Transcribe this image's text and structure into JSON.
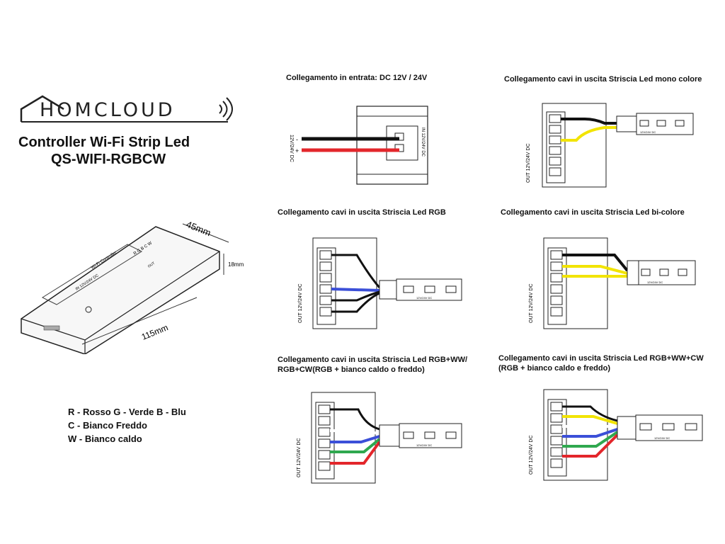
{
  "brand": {
    "name": "HOMCLOUD"
  },
  "product": {
    "title_line1": "Controller Wi-Fi Strip Led",
    "title_line2": "QS-WIFI-RGBCW",
    "device_label": "Wi-Fi Controller",
    "device_input": "IN 12V/24V DC",
    "device_terminals": "R G B C W",
    "device_out": "OUT"
  },
  "dimensions": {
    "width": "45mm",
    "length": "115mm",
    "height": "18mm"
  },
  "legend": {
    "line1": "R - Rosso G - Verde B - Blu",
    "line2": "C - Bianco Freddo",
    "line3": "W - Bianco caldo"
  },
  "diagrams": {
    "input": {
      "title": "Collegamento in entrata: DC 12V / 24V",
      "label": "12V/24V DC",
      "label_in": "IN 12V/24V DC"
    },
    "mono": {
      "title": "Collegamento cavi in uscita Striscia Led mono colore"
    },
    "rgb": {
      "title": "Collegamento cavi in uscita Striscia Led RGB"
    },
    "bicolor": {
      "title": "Collegamento cavi in uscita Striscia Led bi-colore"
    },
    "rgbww": {
      "title_line1": "Collegamento cavi in uscita Striscia Led  RGB+WW/",
      "title_line2": "RGB+CW(RGB + bianco caldo o freddo)"
    },
    "rgbwwcw": {
      "title_line1": "Collegamento cavi in uscita Striscia Led  RGB+WW+CW",
      "title_line2": "(RGB + bianco caldo e freddo)"
    }
  },
  "terminal_block_label": "OUT 12V/24V DC",
  "strip_label": "12V/24V DC",
  "colors": {
    "red": "#e3262b",
    "green": "#2fa84f",
    "blue": "#3b4fd8",
    "yellow": "#f2e400",
    "black": "#111111",
    "white": "#ffffff"
  }
}
